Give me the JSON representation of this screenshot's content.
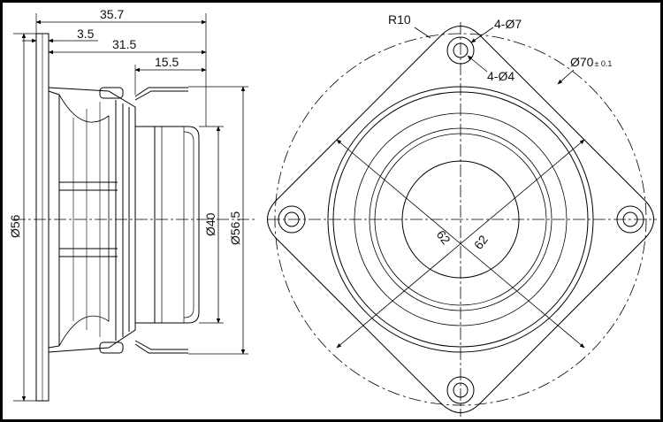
{
  "side_view": {
    "dims": {
      "overall_depth": "35.7",
      "flange_thickness": "3.5",
      "depth_31": "31.5",
      "depth_15": "15.5",
      "flange_dia": "Ø56",
      "magnet_dia": "Ø40",
      "basket_dia": "Ø56.5"
    }
  },
  "front_view": {
    "corner_radius": "R10",
    "hole_outer": "4-Ø7",
    "hole_inner": "4-Ø4",
    "pcd_main": "Ø70",
    "pcd_tol": "± 0.1",
    "diag_a": "62",
    "diag_b": "62"
  }
}
